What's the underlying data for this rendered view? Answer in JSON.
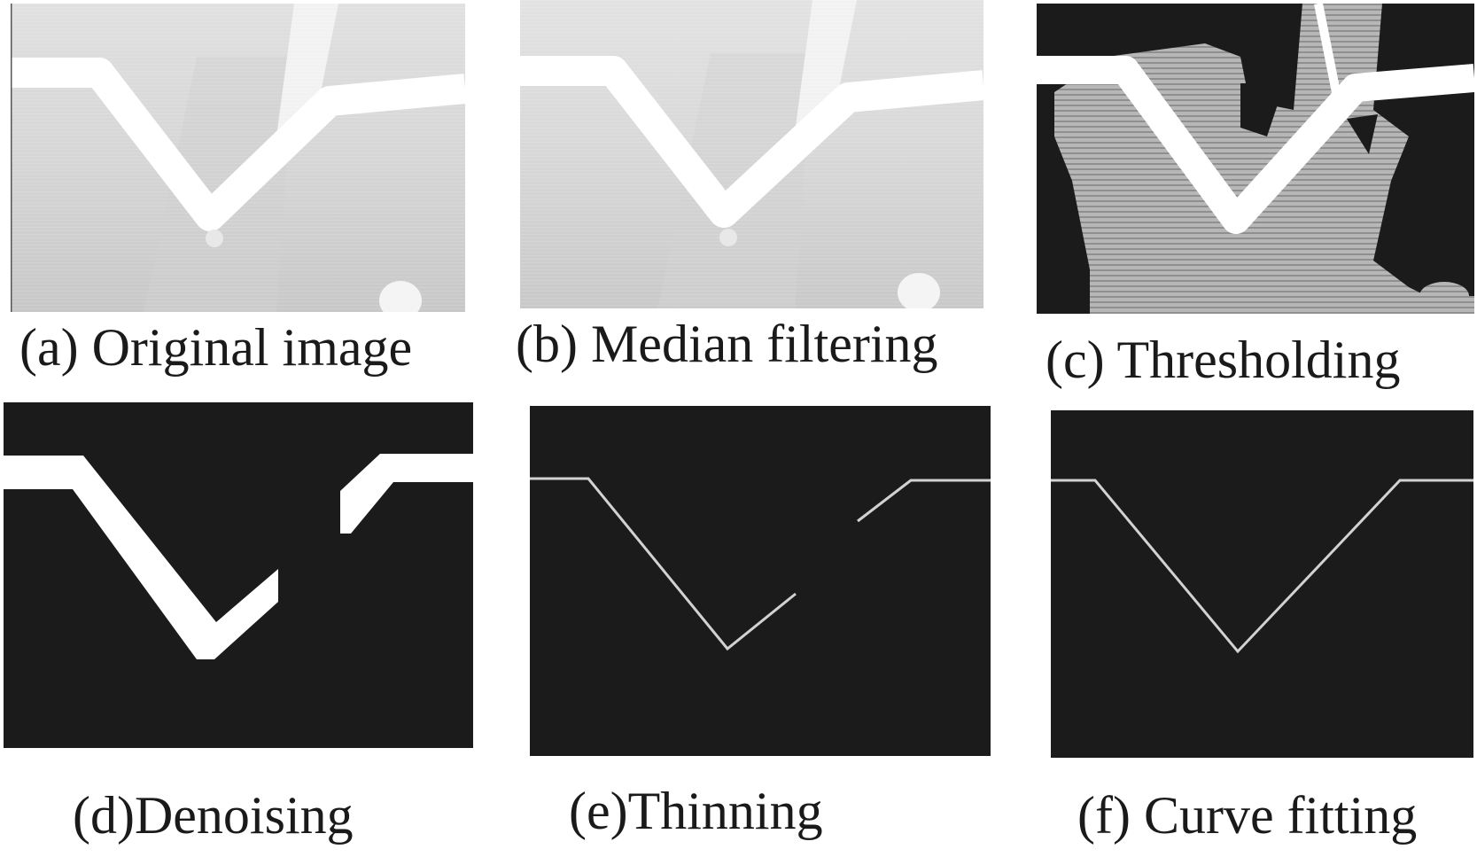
{
  "colors": {
    "gray_light": "#e6e6e6",
    "gray_mid": "#bdbdbd",
    "white_track": "#ffffff",
    "black_bg": "#1b1b1b",
    "thin_line": "#d2d2d2",
    "text": "#1a1a1a"
  },
  "panels": [
    {
      "id": "a",
      "caption": "(a) Original image"
    },
    {
      "id": "b",
      "caption": "(b) Median filtering"
    },
    {
      "id": "c",
      "caption": "(c) Thresholding"
    },
    {
      "id": "d",
      "caption": "(d)Denoising"
    },
    {
      "id": "e",
      "caption": "(e)Thinning"
    },
    {
      "id": "f",
      "caption": "(f) Curve fitting"
    }
  ]
}
